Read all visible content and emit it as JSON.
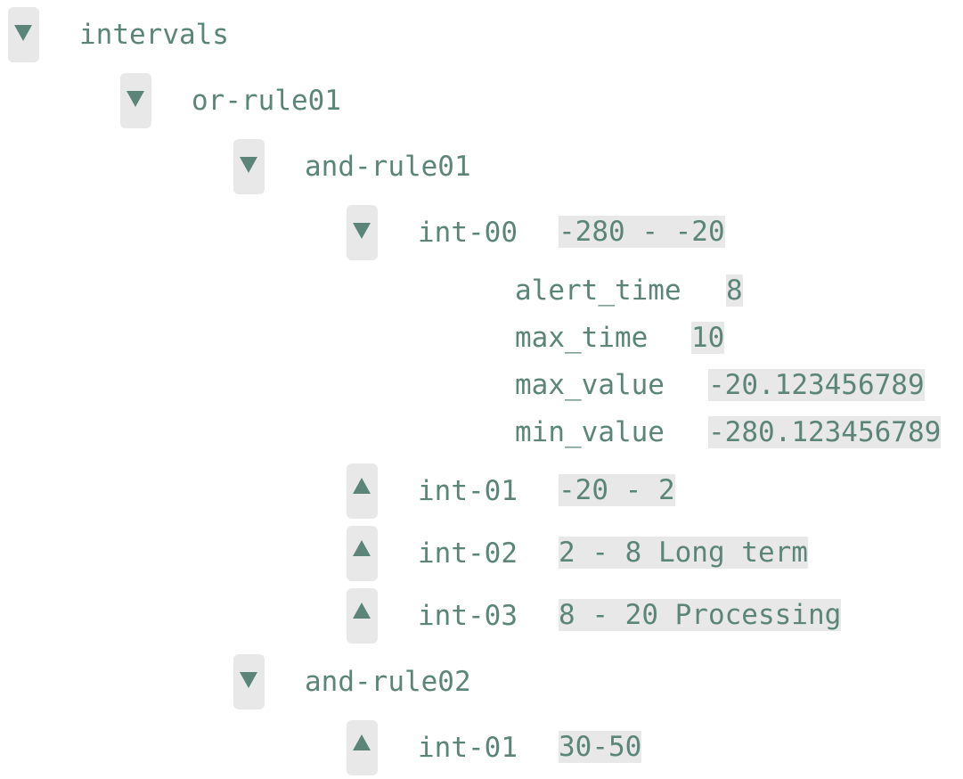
{
  "tree": {
    "root": {
      "label": "intervals",
      "state": "expanded"
    },
    "or_rule": {
      "label": "or-rule01",
      "state": "expanded"
    },
    "and_rule1": {
      "label": "and-rule01",
      "state": "expanded"
    },
    "int00": {
      "label": "int-00",
      "value": "-280 - -20",
      "state": "expanded",
      "props": [
        {
          "key": "alert_time",
          "value": "8"
        },
        {
          "key": "max_time",
          "value": "10"
        },
        {
          "key": "max_value",
          "value": "-20.123456789"
        },
        {
          "key": "min_value",
          "value": "-280.123456789"
        }
      ]
    },
    "int01": {
      "label": "int-01",
      "value": "-20 - 2",
      "state": "collapsed"
    },
    "int02": {
      "label": "int-02",
      "value": "2 - 8 Long term",
      "state": "collapsed"
    },
    "int03": {
      "label": "int-03",
      "value": "8 - 20 Processing",
      "state": "collapsed"
    },
    "and_rule2": {
      "label": "and-rule02",
      "state": "expanded"
    },
    "and_rule2_int01": {
      "label": "int-01",
      "value": "30-50",
      "state": "collapsed"
    }
  },
  "colors": {
    "text": "#5b8578",
    "chip_background": "#e8e8e8"
  },
  "icons": {
    "expanded": "triangle-down-icon",
    "collapsed": "triangle-up-icon"
  }
}
